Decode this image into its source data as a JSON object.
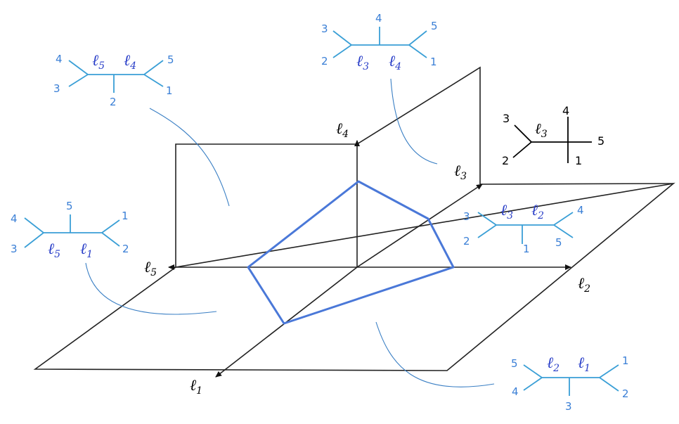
{
  "axes": {
    "l1": {
      "base": "ℓ",
      "sub": "1"
    },
    "l2": {
      "base": "ℓ",
      "sub": "2"
    },
    "l3": {
      "base": "ℓ",
      "sub": "3"
    },
    "l4": {
      "base": "ℓ",
      "sub": "4"
    },
    "l5": {
      "base": "ℓ",
      "sub": "5"
    }
  },
  "trees": {
    "t54": {
      "edges": [
        {
          "base": "ℓ",
          "sub": "5"
        },
        {
          "base": "ℓ",
          "sub": "4"
        }
      ],
      "leaves": [
        "4",
        "3",
        "2",
        "5",
        "1"
      ]
    },
    "t34": {
      "edges": [
        {
          "base": "ℓ",
          "sub": "3"
        },
        {
          "base": "ℓ",
          "sub": "4"
        }
      ],
      "leaves": [
        "3",
        "2",
        "4",
        "5",
        "1"
      ]
    },
    "t3": {
      "edges": [
        {
          "base": "ℓ",
          "sub": "3"
        }
      ],
      "leaves": [
        "3",
        "2",
        "4",
        "5",
        "1"
      ]
    },
    "t51": {
      "edges": [
        {
          "base": "ℓ",
          "sub": "5"
        },
        {
          "base": "ℓ",
          "sub": "1"
        }
      ],
      "leaves": [
        "4",
        "3",
        "5",
        "1",
        "2"
      ]
    },
    "t32": {
      "edges": [
        {
          "base": "ℓ",
          "sub": "3"
        },
        {
          "base": "ℓ",
          "sub": "2"
        }
      ],
      "leaves": [
        "3",
        "2",
        "1",
        "4",
        "5"
      ]
    },
    "t21": {
      "edges": [
        {
          "base": "ℓ",
          "sub": "2"
        },
        {
          "base": "ℓ",
          "sub": "1"
        }
      ],
      "leaves": [
        "5",
        "4",
        "3",
        "1",
        "2"
      ]
    }
  },
  "colors": {
    "polygon": "#4a78d8",
    "tree": "#3a9fd6",
    "leader": "#3a7fc4",
    "axis": "#222222"
  }
}
